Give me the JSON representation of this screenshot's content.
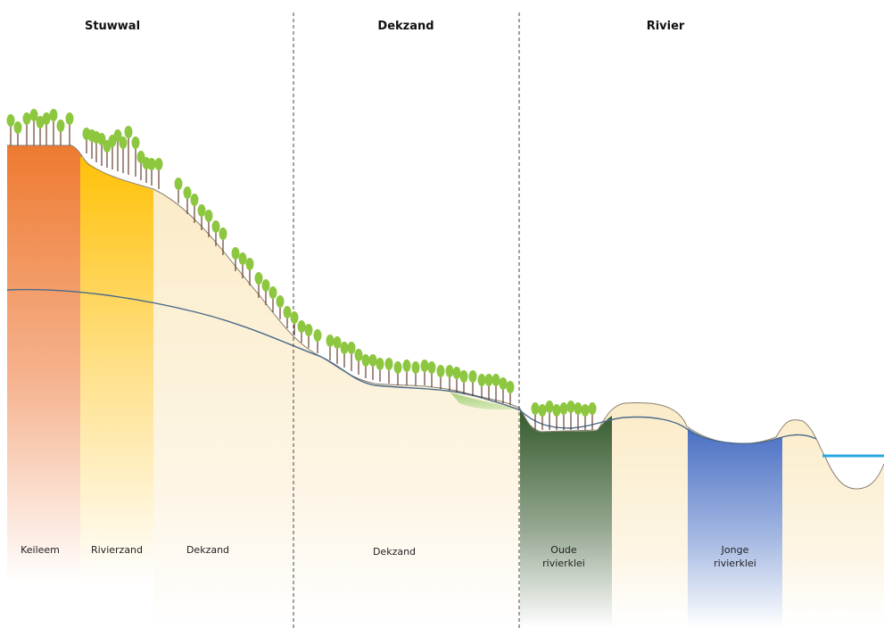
{
  "zones": [
    {
      "title": "Stuwwal"
    },
    {
      "title": "Dekzand"
    },
    {
      "title": "Rivier"
    }
  ],
  "layers": [
    {
      "lines": [
        "Keileem"
      ],
      "color": "#ef7f35"
    },
    {
      "lines": [
        "Rivierzand"
      ],
      "color": "#ffc21a"
    },
    {
      "lines": [
        "Dekzand"
      ],
      "color": "#fbecc6"
    },
    {
      "lines": [
        "Dekzand"
      ],
      "color": "#fbecc6"
    },
    {
      "lines": [
        "Oude",
        "rivierklei"
      ],
      "color": "#3d5e34"
    },
    {
      "lines": [
        "Jonge",
        "rivierklei"
      ],
      "color": "#4e72c2"
    }
  ],
  "colors": {
    "groundwater_line": "#4a6a8a",
    "river_water": "#29a8e0",
    "tree_canopy": "#8dc63f",
    "tree_trunk": "#5a2e1c",
    "zone_divider": "#444444"
  },
  "icons": [
    "tree-icon"
  ]
}
